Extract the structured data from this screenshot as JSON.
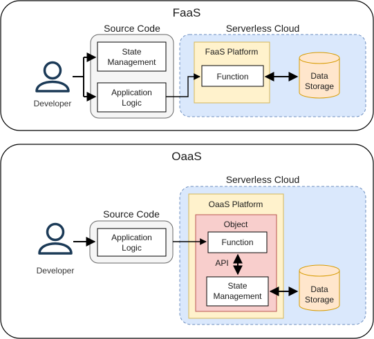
{
  "faas": {
    "title": "FaaS",
    "developer_label": "Developer",
    "source_code": {
      "title": "Source Code",
      "state_line1": "State",
      "state_line2": "Management",
      "app_line1": "Application",
      "app_line2": "Logic"
    },
    "cloud_title": "Serverless Cloud",
    "platform_title": "FaaS Platform",
    "function_label": "Function",
    "storage_line1": "Data",
    "storage_line2": "Storage"
  },
  "oaas": {
    "title": "OaaS",
    "developer_label": "Developer",
    "source_code": {
      "title": "Source Code",
      "app_line1": "Application",
      "app_line2": "Logic"
    },
    "cloud_title": "Serverless Cloud",
    "platform_title": "OaaS Platform",
    "object_title": "Object",
    "function_label": "Function",
    "api_label": "API",
    "state_line1": "State",
    "state_line2": "Management",
    "storage_line1": "Data",
    "storage_line2": "Storage"
  },
  "colors": {
    "cloud_fill": "#dae8fc",
    "cloud_stroke": "#6c8ebf",
    "platform_fill": "#fff2cc",
    "platform_stroke": "#d6b656",
    "object_fill": "#f8cecc",
    "object_stroke": "#b85450",
    "storage_fill": "#ffe6cc",
    "storage_stroke": "#d79b00",
    "source_fill": "#f5f5f5",
    "person_fill": "#1b3a57"
  },
  "icons": [
    "person-icon",
    "cylinder-icon",
    "arrow-icon"
  ]
}
